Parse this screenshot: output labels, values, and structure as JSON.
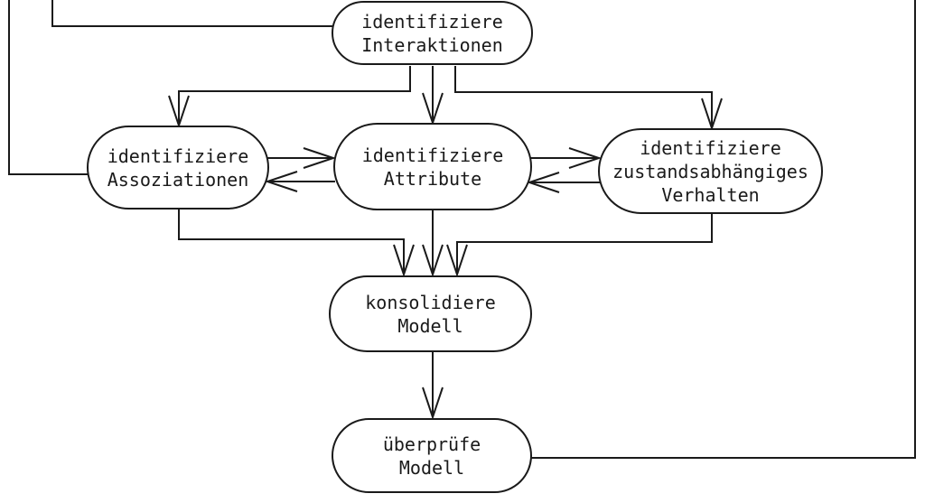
{
  "diagram": {
    "language": "de",
    "background_color": "#ffffff",
    "line_color": "#1a1a1a",
    "nodes": {
      "interaktionen": {
        "label": "identifiziere\nInteraktionen"
      },
      "assoziationen": {
        "label": "identifiziere\nAssoziationen"
      },
      "attribute": {
        "label": "identifiziere\nAttribute"
      },
      "verhalten": {
        "label": "identifiziere\nzustandsabhängiges\nVerhalten"
      },
      "konsolidiere": {
        "label": "konsolidiere\nModell"
      },
      "ueberpruefe": {
        "label": "überprüfe\nModell"
      }
    },
    "edges": [
      {
        "from": "interaktionen",
        "to": "assoziationen",
        "arrowhead": true
      },
      {
        "from": "interaktionen",
        "to": "attribute",
        "arrowhead": true
      },
      {
        "from": "interaktionen",
        "to": "verhalten",
        "arrowhead": true
      },
      {
        "from": "assoziationen",
        "to": "attribute",
        "arrowhead": true
      },
      {
        "from": "attribute",
        "to": "assoziationen",
        "arrowhead": true
      },
      {
        "from": "attribute",
        "to": "verhalten",
        "arrowhead": true
      },
      {
        "from": "verhalten",
        "to": "attribute",
        "arrowhead": true
      },
      {
        "from": "assoziationen",
        "to": "konsolidiere",
        "arrowhead": true
      },
      {
        "from": "attribute",
        "to": "konsolidiere",
        "arrowhead": true
      },
      {
        "from": "verhalten",
        "to": "konsolidiere",
        "arrowhead": true
      },
      {
        "from": "konsolidiere",
        "to": "ueberpruefe",
        "arrowhead": true
      },
      {
        "from": "ueberpruefe",
        "to": "offscreen-top-right",
        "arrowhead": false
      },
      {
        "from": "offscreen-top-left",
        "to": "interaktionen",
        "arrowhead": false
      },
      {
        "from": "offscreen-top-left",
        "to": "assoziationen",
        "arrowhead": false
      }
    ]
  }
}
